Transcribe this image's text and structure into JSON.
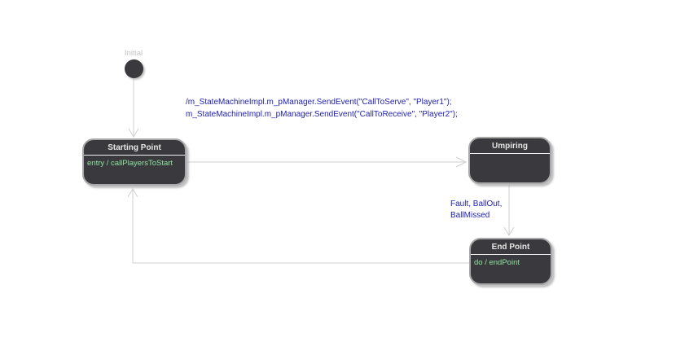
{
  "diagram": {
    "initial": {
      "label": "Initial"
    },
    "states": {
      "starting_point": {
        "title": "Starting Point",
        "action": "entry / callPlayersToStart"
      },
      "umpiring": {
        "title": "Umpiring"
      },
      "end_point": {
        "title": "End Point",
        "action": "do / endPoint"
      }
    },
    "transitions": {
      "start_to_umpiring": {
        "effect_line1": "/m_StateMachineImpl.m_pManager.SendEvent(\"CallToServe\", \"Player1\");",
        "effect_line2": "m_StateMachineImpl.m_pManager.SendEvent(\"CallToReceive\", \"Player2\");"
      },
      "umpiring_to_end": {
        "trigger_line1": "Fault, BallOut,",
        "trigger_line2": "BallMissed"
      }
    },
    "colors": {
      "canvas_bg": "#ffffff",
      "state_fill": "#3a3a3e",
      "state_border": "#a9a9a9",
      "state_title": "#e5e5e5",
      "action_text": "#8de0a0",
      "event_text": "#2222b0",
      "connector": "#cfcfcf",
      "initial_label": "#c3c3c3"
    }
  }
}
